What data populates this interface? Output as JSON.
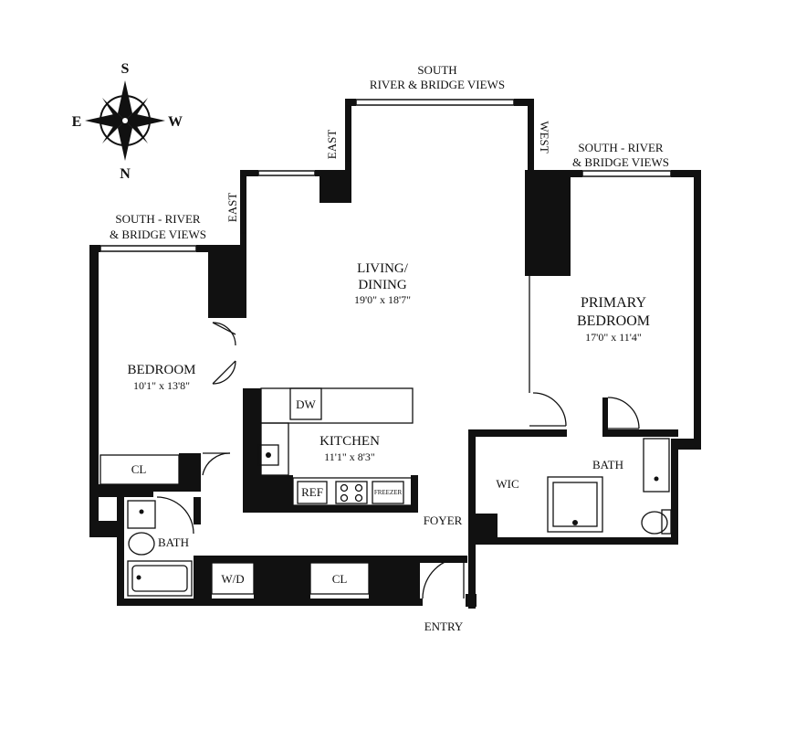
{
  "compass": {
    "north": "N",
    "south": "S",
    "east": "E",
    "west": "W"
  },
  "views": {
    "top_line1": "SOUTH",
    "top_line2": "RIVER & BRIDGE VIEWS",
    "right_line1": "SOUTH - RIVER",
    "right_line2": "& BRIDGE VIEWS",
    "left_line1": "SOUTH - RIVER",
    "left_line2": "& BRIDGE VIEWS",
    "east_upper": "EAST",
    "east_lower": "EAST",
    "west": "WEST"
  },
  "rooms": {
    "living_name1": "LIVING/",
    "living_name2": "DINING",
    "living_dims": "19'0\" x 18'7\"",
    "primary_name1": "PRIMARY",
    "primary_name2": "BEDROOM",
    "primary_dims": "17'0\" x 11'4\"",
    "bedroom_name": "BEDROOM",
    "bedroom_dims": "10'1\" x 13'8\"",
    "kitchen_name": "KITCHEN",
    "kitchen_dims": "11'1\" x 8'3\"",
    "bath_primary": "BATH",
    "bath_secondary": "BATH",
    "wic": "WIC",
    "foyer": "FOYER",
    "entry": "ENTRY",
    "closet_bedroom": "CL",
    "closet_hall": "CL"
  },
  "fixtures": {
    "dishwasher": "DW",
    "refrigerator": "REF",
    "freezer": "FREEZER",
    "washer_dryer": "W/D"
  }
}
